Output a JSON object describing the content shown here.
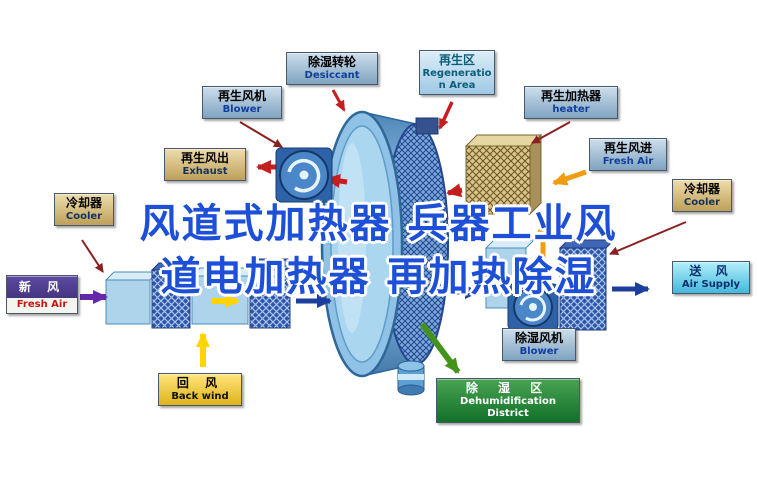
{
  "overlay": {
    "line1": "风道式加热器 兵器工业风",
    "line2": "道电加热器 再加热除湿",
    "full_title": "风道式加热器 兵器工业风道电加热器 再加热除湿"
  },
  "labels": {
    "regen_blower": {
      "zh": "再生风机",
      "en": "Blower"
    },
    "desiccant_wheel": {
      "zh": "除湿转轮",
      "en": "Desiccant"
    },
    "regen_area": {
      "zh": "再生区",
      "en": "Regeneration Area"
    },
    "regen_heater": {
      "zh": "再生加热器",
      "en": "heater"
    },
    "exhaust": {
      "zh": "再生风出",
      "en": "Exhaust"
    },
    "regen_fresh_air": {
      "zh": "再生风进",
      "en": "Fresh Air"
    },
    "cooler_left": {
      "zh": "冷却器",
      "en": "Cooler"
    },
    "cooler_right": {
      "zh": "冷却器",
      "en": "Cooler"
    },
    "fresh_air": {
      "zh": "新 风",
      "en": "Fresh Air"
    },
    "back_wind": {
      "zh": "回 风",
      "en": "Back wind"
    },
    "air_supply": {
      "zh": "送 风",
      "en": "Air Supply"
    },
    "dehumid_blower": {
      "zh": "除湿风机",
      "en": "Blower"
    },
    "dehumid_district": {
      "zh": "除 湿 区",
      "en_line1": "Dehumidification",
      "en_line2": "District"
    }
  },
  "colors": {
    "overlay_text": "#1d4fd7",
    "arrow_red": "#c41e1e",
    "arrow_orange": "#f09c14",
    "arrow_yellow": "#ffd400",
    "arrow_purple": "#6428a8",
    "arrow_blue": "#1c3f9e",
    "arrow_green": "#44941c",
    "wheel_blue": "#8fc2e6",
    "label_blue": "#7fa3c0",
    "label_tan": "#bda05a",
    "label_green": "#127029",
    "label_cyan": "#44b8dc",
    "label_purple": "#362866",
    "label_yellow": "#e0b31a"
  },
  "icons": {
    "fan": "fan-icon",
    "rotor": "rotor-wheel-icon",
    "heater_coil": "heater-coil-icon",
    "filter_coil": "coil-block-icon"
  }
}
